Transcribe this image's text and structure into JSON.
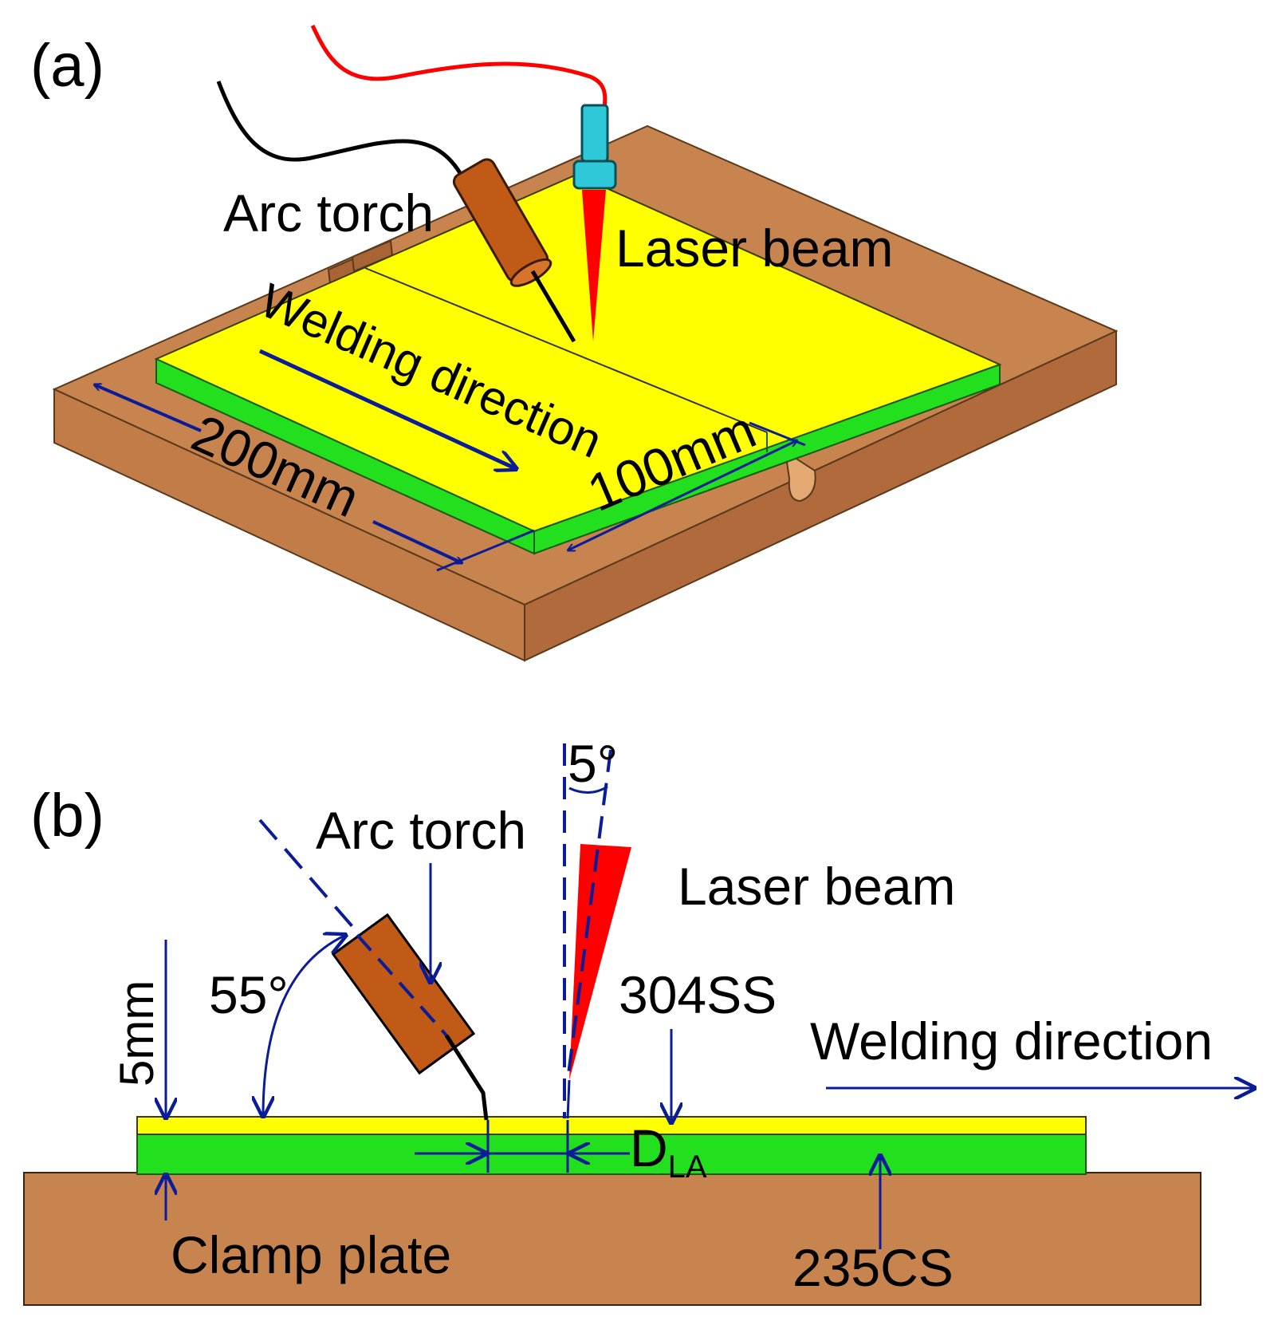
{
  "colors": {
    "clamp_plate": "#c8844f",
    "clamp_plate_front": "#bf7a46",
    "plate_top": "#ffff00",
    "plate_side": "#22e01e",
    "torch": "#c15a17",
    "nozzle": "#2ec8d8",
    "laser": "#ff0000",
    "dimension": "#0b1c98",
    "wire": "#000000"
  },
  "panel_a": {
    "label": "(a)",
    "arc_torch": "Arc torch",
    "laser_beam": "Laser beam",
    "welding_direction": "Welding direction",
    "length_dim": "200mm",
    "width_dim": "100mm"
  },
  "panel_b": {
    "label": "(b)",
    "angle_laser": "5°",
    "arc_torch": "Arc torch",
    "laser_beam": "Laser beam",
    "angle_torch": "55°",
    "top_plate": "304SS",
    "welding_direction": "Welding direction",
    "thickness": "5mm",
    "distance_main": "D",
    "distance_sub": "LA",
    "clamp": "Clamp plate",
    "bottom_plate": "235CS"
  }
}
